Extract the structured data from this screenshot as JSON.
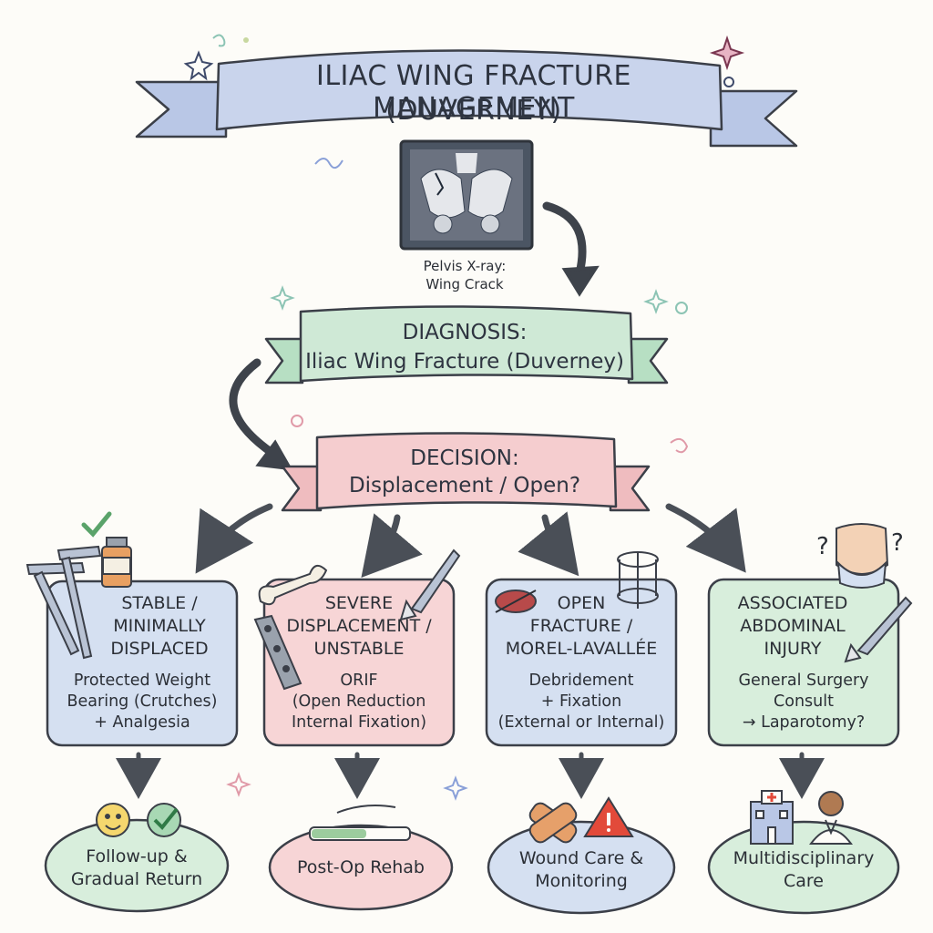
{
  "title": {
    "line1": "ILIAC WING FRACTURE MANAGEMENT",
    "line2": "(DUVERNEY)"
  },
  "xray": {
    "caption1": "Pelvis X-ray:",
    "caption2": "Wing Crack"
  },
  "diagnosis": {
    "line1": "DIAGNOSIS:",
    "line2": "Iliac Wing Fracture (Duverney)"
  },
  "decision": {
    "line1": "DECISION:",
    "line2": "Displacement / Open?"
  },
  "branches": [
    {
      "title": [
        "STABLE /",
        "MINIMALLY",
        "DISPLACED"
      ],
      "body": [
        "Protected Weight",
        "Bearing (Crutches)",
        "+ Analgesia"
      ],
      "outcome": [
        "Follow-up &",
        "Gradual Return"
      ]
    },
    {
      "title": [
        "SEVERE",
        "DISPLACEMENT /",
        "UNSTABLE"
      ],
      "body": [
        "ORIF",
        "(Open Reduction",
        "Internal Fixation)"
      ],
      "outcome": [
        "Post-Op Rehab"
      ]
    },
    {
      "title": [
        "OPEN",
        "FRACTURE /",
        "MOREL-LAVALLÉE"
      ],
      "body": [
        "Debridement",
        "+ Fixation",
        "(External or Internal)"
      ],
      "outcome": [
        "Wound Care &",
        "Monitoring"
      ]
    },
    {
      "title": [
        "ASSOCIATED",
        "ABDOMINAL",
        "INJURY"
      ],
      "body": [
        "General Surgery",
        "Consult",
        "→ Laparotomy?"
      ],
      "outcome": [
        "Multidisciplinary",
        "Care"
      ]
    }
  ],
  "icons": {
    "medicine_label": "Analgesic",
    "question_mark": "?"
  },
  "colors": {
    "title_ribbon": "#c9d4ec",
    "diagnosis_ribbon": "#cfe9d6",
    "decision_ribbon": "#f5cdcf",
    "blue_box": "#d5e0f1",
    "pink_box": "#f7d5d6",
    "green_box": "#d8eedc",
    "arrow": "#555a63"
  }
}
